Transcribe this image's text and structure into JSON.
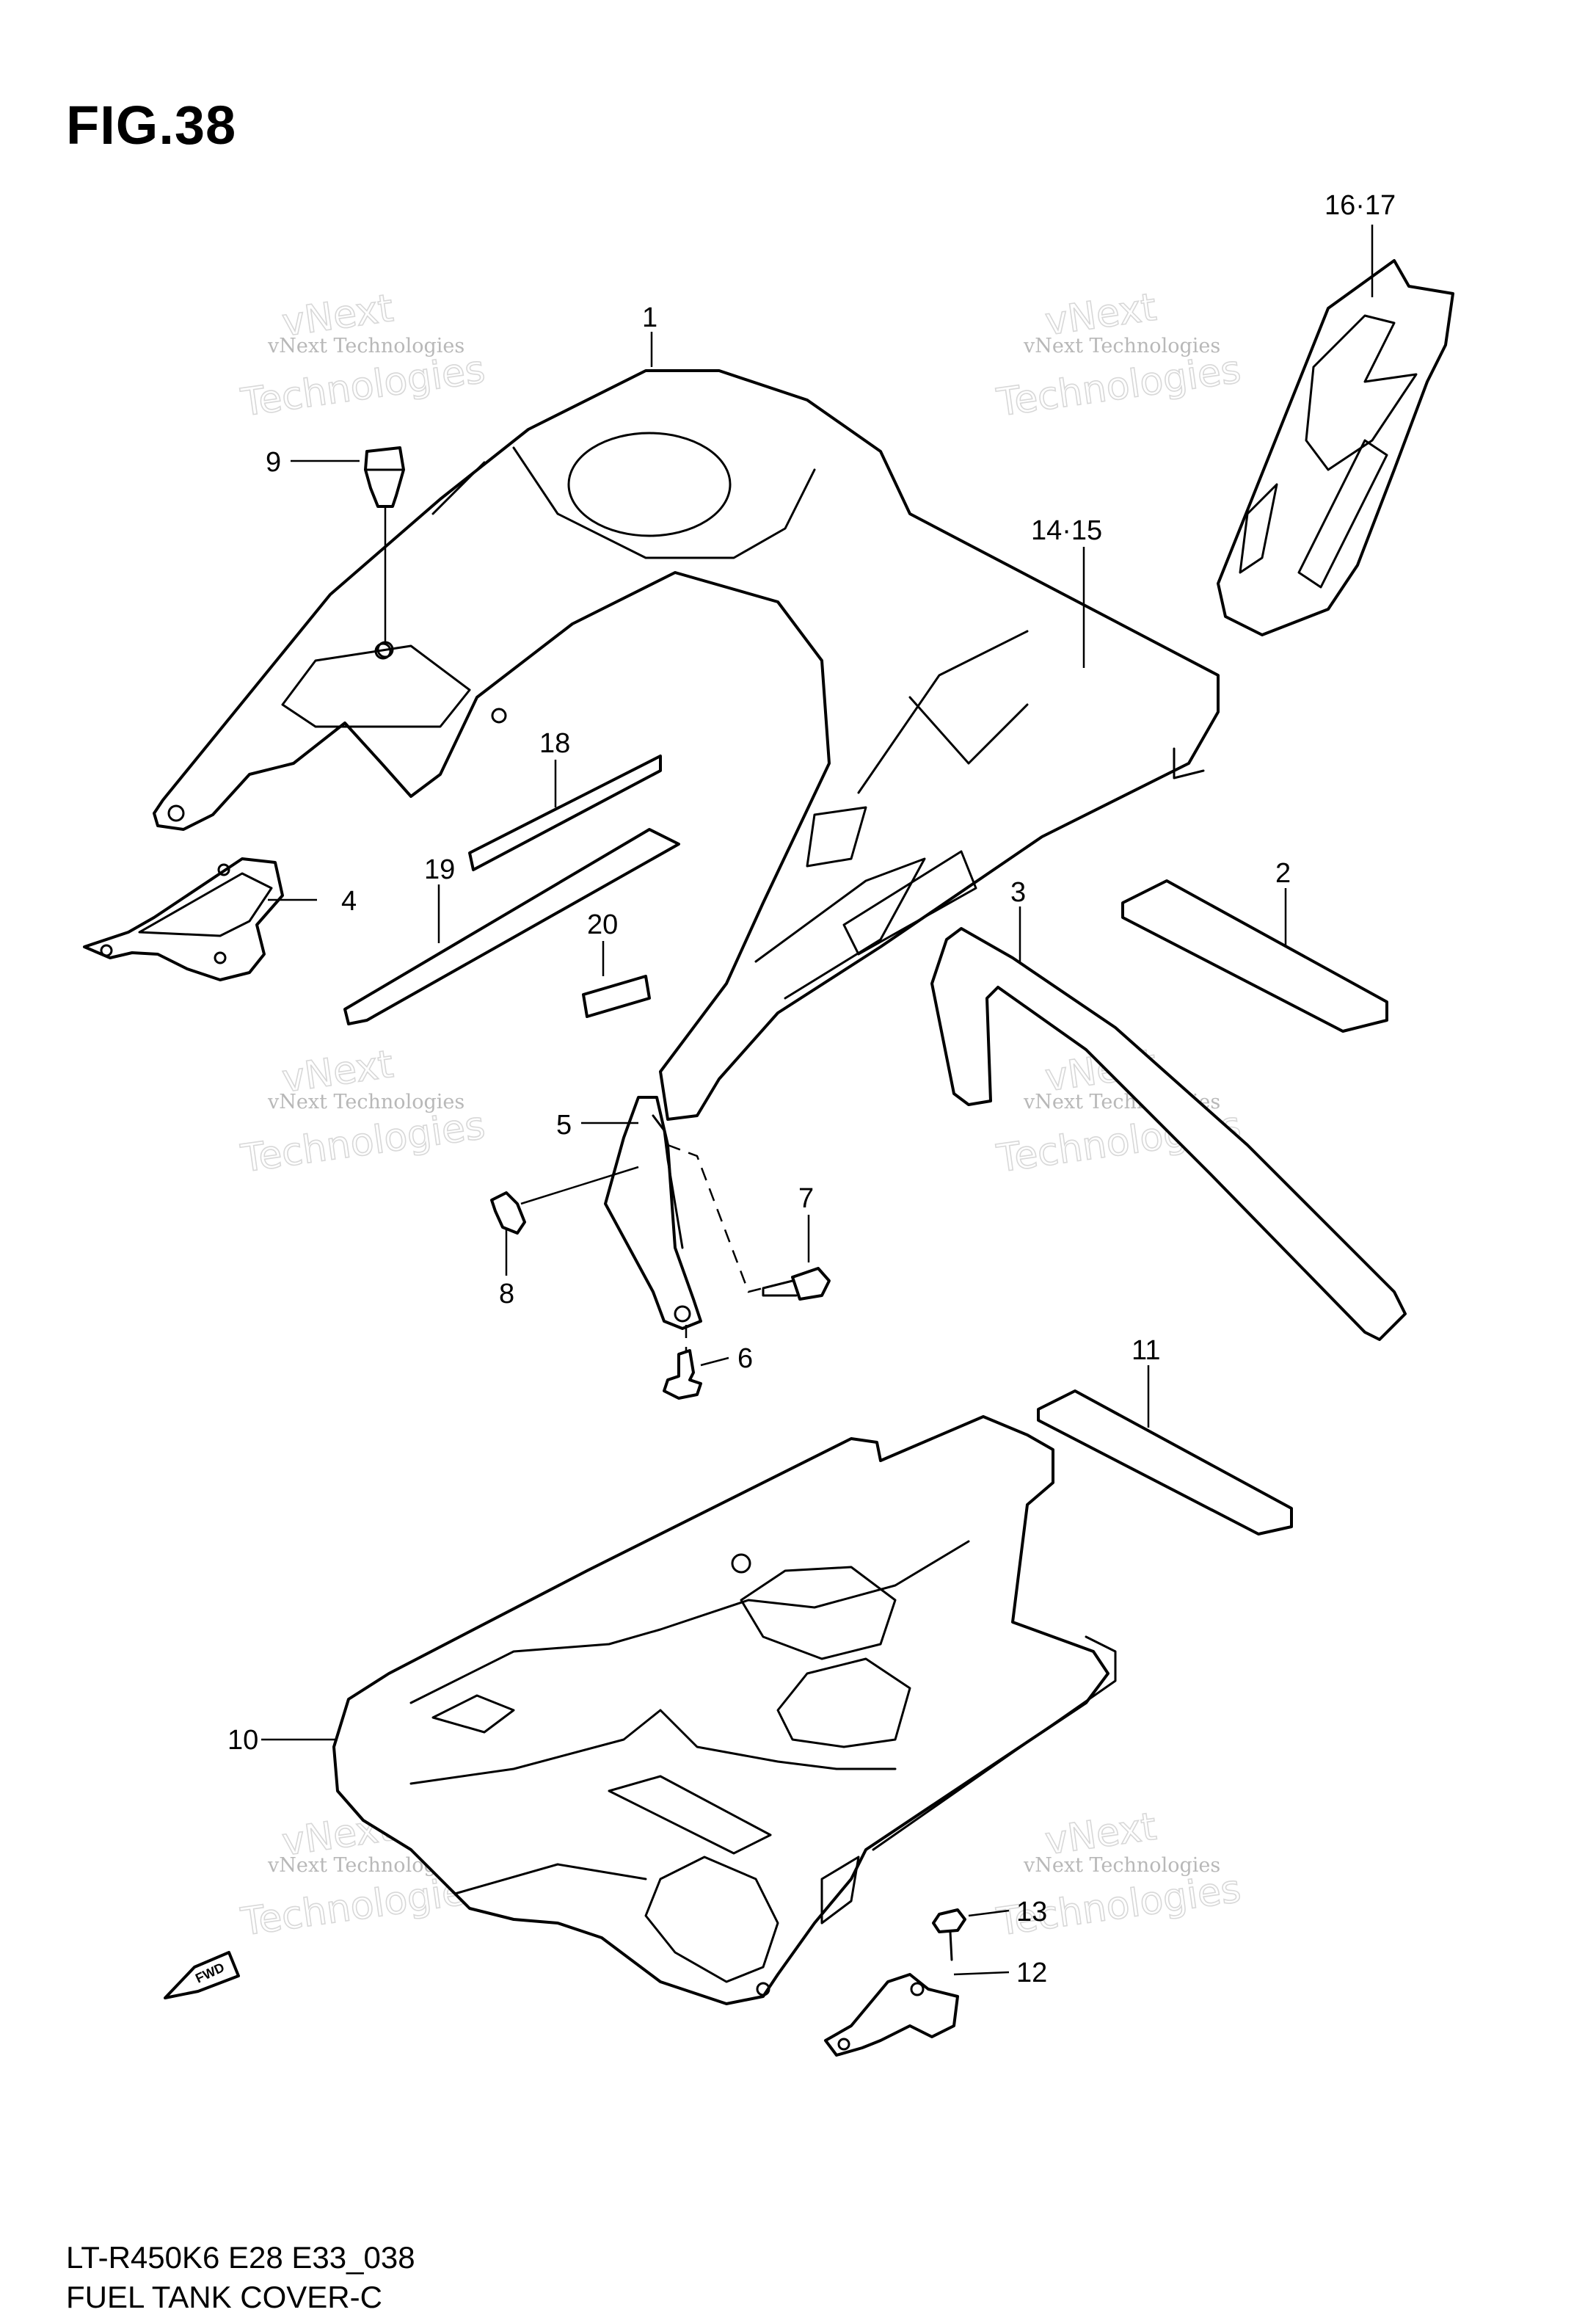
{
  "figure": {
    "title": "FIG.38",
    "model_code": "LT-R450K6 E28 E33_038",
    "section_title": "FUEL TANK COVER-C"
  },
  "callouts": [
    {
      "id": "c1",
      "label": "1"
    },
    {
      "id": "c2",
      "label": "2"
    },
    {
      "id": "c3",
      "label": "3"
    },
    {
      "id": "c4",
      "label": "4"
    },
    {
      "id": "c5",
      "label": "5"
    },
    {
      "id": "c6",
      "label": "6"
    },
    {
      "id": "c7",
      "label": "7"
    },
    {
      "id": "c8",
      "label": "8"
    },
    {
      "id": "c9",
      "label": "9"
    },
    {
      "id": "c10",
      "label": "10"
    },
    {
      "id": "c11",
      "label": "11"
    },
    {
      "id": "c12",
      "label": "12"
    },
    {
      "id": "c13",
      "label": "13"
    },
    {
      "id": "c1415",
      "label": "14·15"
    },
    {
      "id": "c1617",
      "label": "16·17"
    },
    {
      "id": "c18",
      "label": "18"
    },
    {
      "id": "c19",
      "label": "19"
    },
    {
      "id": "c20",
      "label": "20"
    }
  ],
  "direction_badge": "FWD",
  "watermark": {
    "line1": "vNext Technologies",
    "line2": "Technologies",
    "line3": "vNext"
  }
}
